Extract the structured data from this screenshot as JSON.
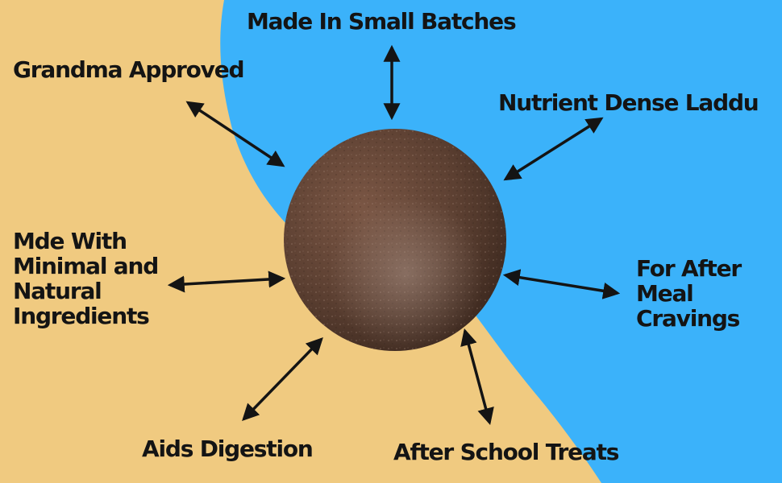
{
  "colors": {
    "sand": "#f0ca80",
    "sky": "#3bb2fa",
    "text": "#141414",
    "laddu": "#5b3f31"
  },
  "labels": {
    "batches": "Made In Small Batches",
    "grandma": "Grandma Approved",
    "nutrient": "Nutrient Dense Laddu",
    "minimal": [
      "Mde With",
      "Minimal and",
      "Natural",
      "Ingredients"
    ],
    "cravings": [
      "For After",
      "Meal",
      "Cravings"
    ],
    "digestion": "Aids Digestion",
    "school": "After School Treats"
  },
  "product_image": "laddu-photo"
}
